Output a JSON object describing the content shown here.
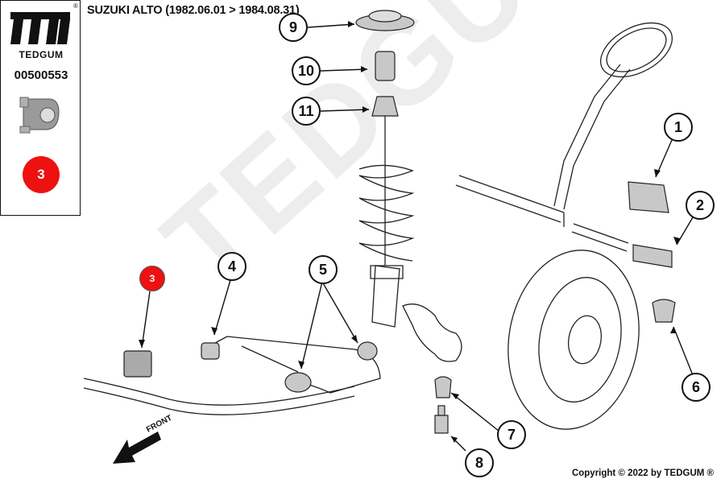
{
  "header": {
    "vehicle_title": "SUZUKI ALTO (1982.06.01 > 1984.08.31)"
  },
  "sidebar": {
    "brand": "TEDGUM",
    "registered_mark": "®",
    "part_number": "00500553",
    "highlight_position": "3"
  },
  "diagram": {
    "highlighted_callout": "3",
    "front_label": "FRONT",
    "watermark": "TEDGUM",
    "callouts": [
      "1",
      "2",
      "4",
      "5",
      "6",
      "7",
      "8",
      "9",
      "10",
      "11"
    ]
  },
  "footer": {
    "copyright": "Copyright © 2022 by TEDGUM ®"
  },
  "colors": {
    "highlight": "#ee1111",
    "line": "#111111",
    "part_gray": "#c8c8c8"
  }
}
